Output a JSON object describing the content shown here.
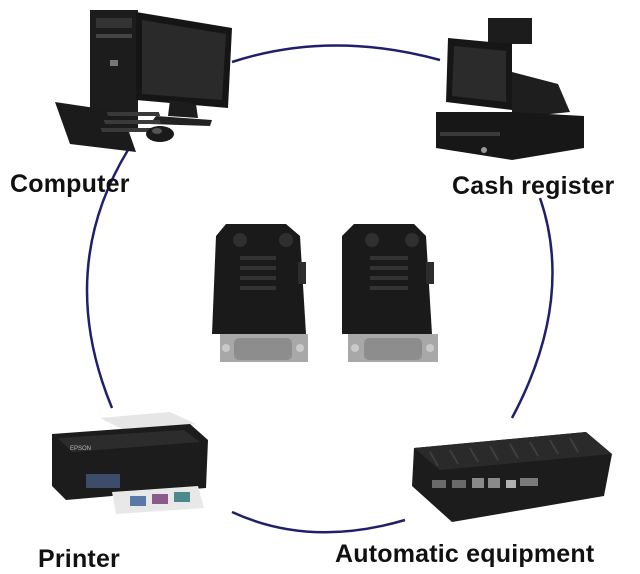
{
  "labels": {
    "computer": "Computer",
    "cash_register": "Cash register",
    "printer": "Printer",
    "automatic_equipment": "Automatic equipment"
  },
  "printer_brand": "EPSON",
  "colors": {
    "ring": "#1f1f6b",
    "device_dark": "#1a1a1a",
    "metal": "#b8b8b8",
    "text": "#111111"
  }
}
